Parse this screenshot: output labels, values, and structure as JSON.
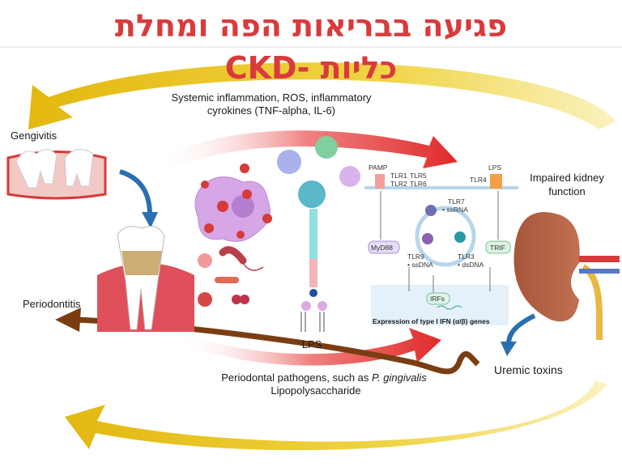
{
  "title": {
    "line1": "פגיעה בבריאות הפה ומחלת",
    "line2": "כליות -CKD"
  },
  "labels": {
    "systemic_line1": "Systemic inflammation, ROS, inflammatory",
    "systemic_line2": "cyrokines (TNF-alpha, IL-6)",
    "gengivitis": "Gengivitis",
    "periodontitis": "Periodontitis",
    "kidney_line1": "Impaired kidney",
    "kidney_line2": "function",
    "uremic": "Uremic toxins",
    "pathogens_prefix": "Periodontal pathogens, such as ",
    "pathogens_species": "P. gingivalis",
    "lipopoly": "Lipopolysaccharide",
    "lps": "LPS"
  },
  "pathway": {
    "pamp": "PAMP",
    "tlr1": "TLR1",
    "tlr5": "TLR5",
    "tlr2": "TLR2",
    "tlr6": "TLR6",
    "lps": "LPS",
    "tlr4": "TLR4",
    "tlr7": "TLR7",
    "ssrna": "• ssRNA",
    "myd88": "MyD88",
    "trif": "TRIF",
    "tlr9": "TLR9",
    "ssdna": "• ssDNA",
    "tlr3": "TLR3",
    "dsdna": "• dsDNA",
    "irfs": "IRFs",
    "expression": "Expression of type I IFN (α/β) genes"
  },
  "colors": {
    "title": "#d93a3c",
    "yellow": "#e8c21a",
    "red": "#e03a3a",
    "brown": "#7a3d12",
    "blue": "#2a6fb0"
  }
}
